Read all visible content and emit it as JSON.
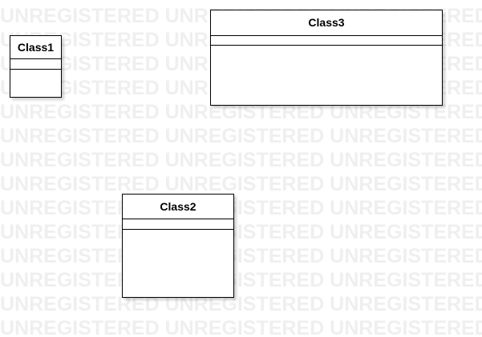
{
  "watermark": {
    "text": "UNREGISTERED UNREGISTERED UNREGISTERED",
    "color": "#efefef"
  },
  "classes": [
    {
      "name": "Class1"
    },
    {
      "name": "Class3"
    },
    {
      "name": "Class2"
    }
  ]
}
